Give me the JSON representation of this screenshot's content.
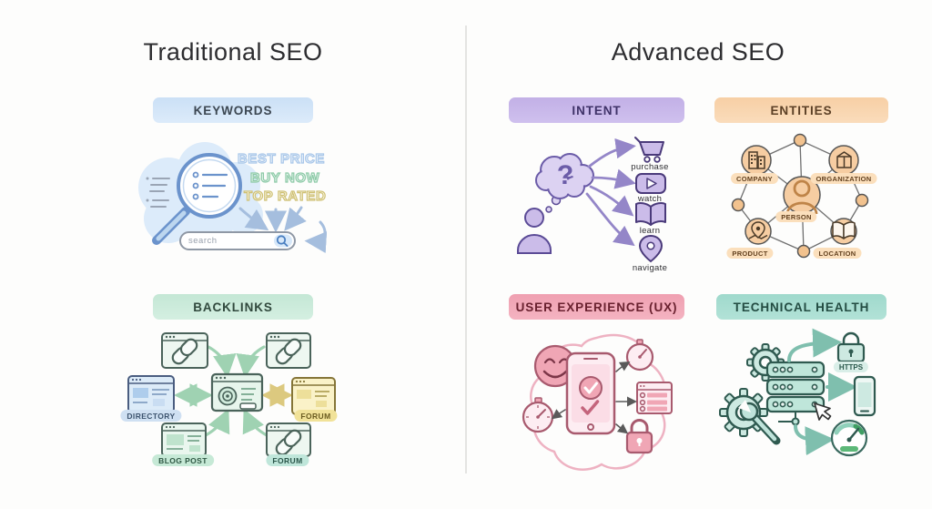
{
  "left_panel": {
    "title": "Traditional SEO",
    "keywords": {
      "badge_label": "KEYWORDS",
      "serp_terms": [
        {
          "text": "BEST PRICE",
          "color": "#a9c7e9"
        },
        {
          "text": "BUY NOW",
          "color": "#8bc9a6"
        },
        {
          "text": "TOP RATED",
          "color": "#cfc175"
        }
      ],
      "search_placeholder": "search"
    },
    "backlinks": {
      "badge_label": "BACKLINKS",
      "source_labels": {
        "directory": "DIRECTORY",
        "forum_right": "FORUM",
        "blog_post": "BLOG POST",
        "forum_bottom": "FORUM"
      }
    }
  },
  "right_panel": {
    "title": "Advanced SEO",
    "intent": {
      "badge_label": "INTENT",
      "question_mark": "?",
      "intents": [
        {
          "label": "purchase",
          "icon": "shopping-cart"
        },
        {
          "label": "watch",
          "icon": "play-button"
        },
        {
          "label": "learn",
          "icon": "open-book"
        },
        {
          "label": "navigate",
          "icon": "map-pin"
        }
      ]
    },
    "entities": {
      "badge_label": "ENTITIES",
      "nodes": {
        "company": "COMPANY",
        "organization": "ORGANIZATION",
        "person": "PERSON",
        "product": "PRODUCT",
        "location": "LOCATION"
      }
    },
    "ux": {
      "badge_label": "USER EXPERIENCE (UX)"
    },
    "technical": {
      "badge_label": "TECHNICAL HEALTH",
      "https_label": "HTTPS"
    }
  },
  "colors": {
    "keywords_badge": "#cfe2f6",
    "backlinks_badge": "#c8e9d8",
    "intent_badge": "#c6b5e8",
    "entities_badge": "#f8d2ab",
    "ux_badge": "#f1a5b5",
    "technical_badge": "#a5dcd0",
    "keywords_art": "#6b93cc",
    "backlinks_art": "#4a635a",
    "intent_art": "#6b5ca8",
    "entities_art": "#e8a96a",
    "ux_art": "#a85a6e",
    "technical_art": "#2f5a50"
  }
}
